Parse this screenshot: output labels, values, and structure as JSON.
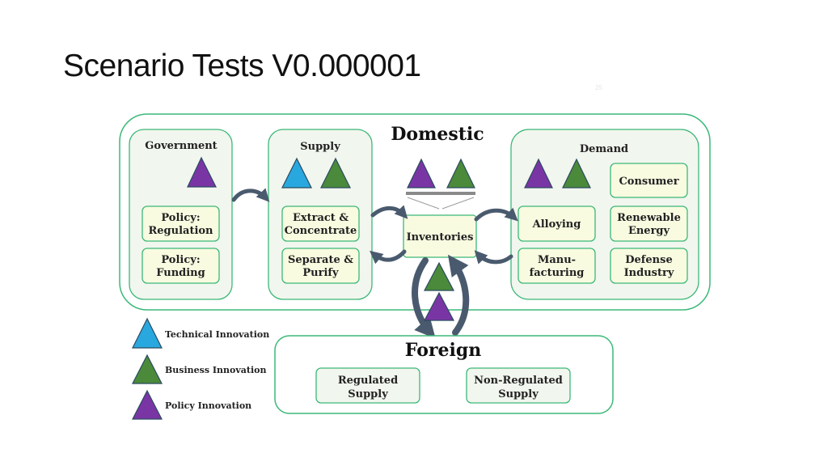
{
  "slide": {
    "title": "Scenario Tests V0.000001",
    "page_number": "25"
  },
  "colors": {
    "technical": "#29a8df",
    "business": "#4a8a3a",
    "policy": "#7a35a5",
    "outline_green": "#3cb878",
    "panel_fill": "#f1f6ee",
    "box_fill": "#f8fbe0",
    "arrow": "#4a5a6e"
  },
  "domestic": {
    "title": "Domestic",
    "government": {
      "title": "Government",
      "markers": [
        "policy-triangle-icon"
      ],
      "boxes": [
        {
          "line1": "Policy:",
          "line2": "Regulation"
        },
        {
          "line1": "Policy:",
          "line2": "Funding"
        }
      ]
    },
    "supply": {
      "title": "Supply",
      "markers": [
        "technical-triangle-icon",
        "business-triangle-icon"
      ],
      "boxes": [
        {
          "line1": "Extract &",
          "line2": "Concentrate"
        },
        {
          "line1": "Separate &",
          "line2": "Purify"
        }
      ]
    },
    "inventories": {
      "label": "Inventories",
      "markers": [
        "policy-triangle-icon",
        "business-triangle-icon"
      ]
    },
    "demand": {
      "title": "Demand",
      "markers": [
        "policy-triangle-icon",
        "business-triangle-icon"
      ],
      "boxes": [
        {
          "line1": "Consumer",
          "line2": ""
        },
        {
          "line1": "Alloying",
          "line2": ""
        },
        {
          "line1": "Renewable",
          "line2": "Energy"
        },
        {
          "line1": "Manu-",
          "line2": "facturing"
        },
        {
          "line1": "Defense",
          "line2": "Industry"
        }
      ]
    }
  },
  "foreign": {
    "title": "Foreign",
    "markers": [
      "business-triangle-icon",
      "policy-triangle-icon"
    ],
    "boxes": [
      {
        "line1": "Regulated",
        "line2": "Supply"
      },
      {
        "line1": "Non-Regulated",
        "line2": "Supply"
      }
    ]
  },
  "legend": [
    {
      "label": "Technical Innovation",
      "icon": "technical-triangle-icon"
    },
    {
      "label": "Business Innovation",
      "icon": "business-triangle-icon"
    },
    {
      "label": "Policy Innovation",
      "icon": "policy-triangle-icon"
    }
  ]
}
